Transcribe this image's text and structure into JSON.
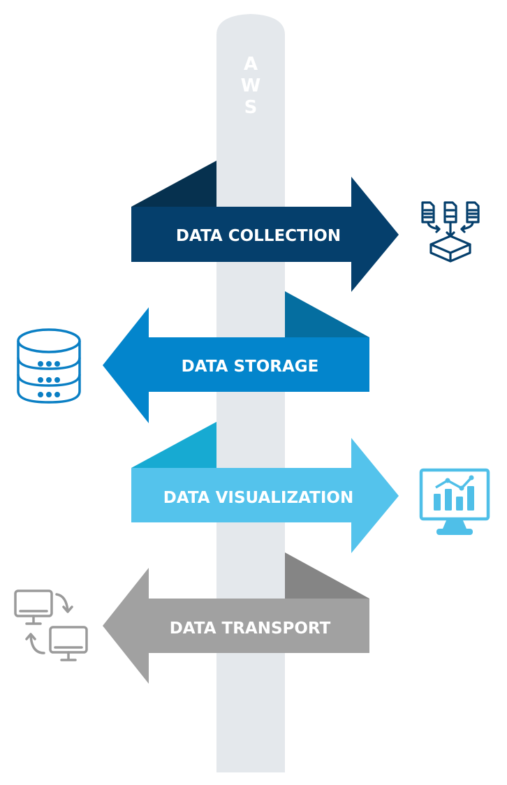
{
  "pole": {
    "letters": [
      "A",
      "W",
      "S"
    ],
    "color": "#e4e8ec"
  },
  "stages": [
    {
      "label": "DATA COLLECTION",
      "direction": "right",
      "color": "#053f6c",
      "flap_color": "#06314f",
      "icon": "documents-to-storage-icon",
      "icon_color": "#053f6c"
    },
    {
      "label": "DATA STORAGE",
      "direction": "left",
      "color": "#0385cc",
      "flap_color": "#056ea0",
      "icon": "database-icon",
      "icon_color": "#0a7fc4"
    },
    {
      "label": "DATA VISUALIZATION",
      "direction": "right",
      "color": "#54c3ec",
      "flap_color": "#17aad2",
      "icon": "monitor-chart-icon",
      "icon_color": "#4fbfe8"
    },
    {
      "label": "DATA TRANSPORT",
      "direction": "left",
      "color": "#a1a1a1",
      "flap_color": "#858585",
      "icon": "computers-sync-icon",
      "icon_color": "#9a9a9a"
    }
  ]
}
